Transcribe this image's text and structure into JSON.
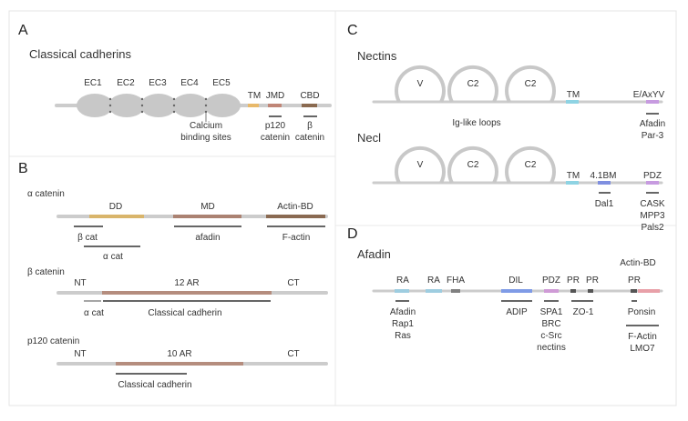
{
  "panel_A": {
    "letter": "A",
    "title": "Classical cadherins",
    "domains": [
      "EC1",
      "EC2",
      "EC3",
      "EC4",
      "EC5"
    ],
    "tm": "TM",
    "jmd": "JMD",
    "cbd": "CBD",
    "calcium_1": "Calcium",
    "calcium_2": "binding sites",
    "p120_1": "p120",
    "p120_2": "catenin",
    "beta_1": "β",
    "beta_2": "catenin"
  },
  "panel_B": {
    "letter": "B",
    "alpha": {
      "name": "α catenin",
      "dd": "DD",
      "md": "MD",
      "actin_bd": "Actin-BD",
      "beta_cat": "β cat",
      "alpha_cat": "α cat",
      "afadin": "afadin",
      "f_actin": "F-actin"
    },
    "beta": {
      "name": "β catenin",
      "nt": "NT",
      "ar": "12 AR",
      "ct": "CT",
      "alpha_cat": "α cat",
      "cadherin": "Classical cadherin"
    },
    "p120": {
      "name": "p120 catenin",
      "nt": "NT",
      "ar": "10 AR",
      "ct": "CT",
      "cadherin": "Classical cadherin"
    }
  },
  "panel_C": {
    "letter": "C",
    "nectins": {
      "title": "Nectins",
      "loops": [
        "V",
        "C2",
        "C2"
      ],
      "tm": "TM",
      "motif": "E/AxYV",
      "loops_caption": "Ig-like loops",
      "binders": [
        "Afadin",
        "Par-3"
      ]
    },
    "necl": {
      "title": "Necl",
      "loops": [
        "V",
        "C2",
        "C2"
      ],
      "tm": "TM",
      "bm": "4.1BM",
      "pdz": "PDZ",
      "bm_binders": [
        "Dal1"
      ],
      "pdz_binders": [
        "CASK",
        "MPP3",
        "Pals2"
      ]
    }
  },
  "panel_D": {
    "letter": "D",
    "title": "Afadin",
    "domains": {
      "ra1": "RA",
      "ra2": "RA",
      "fha": "FHA",
      "dil": "DIL",
      "pdz": "PDZ",
      "pr1": "PR",
      "pr2": "PR",
      "actin_bd": "Actin-BD",
      "pr3": "PR"
    },
    "ra_binders": [
      "Afadin",
      "Rap1",
      "Ras"
    ],
    "dil_binders": [
      "ADIP"
    ],
    "pdz_binders": [
      "SPA1",
      "BRC",
      "c-Src",
      "nectins"
    ],
    "pr_binders": [
      "ZO-1"
    ],
    "pr3_binders": [
      "Ponsin"
    ],
    "actin_binders": [
      "F-Actin",
      "LMO7"
    ]
  },
  "colors": {
    "backbone": "#cccccc",
    "domain_grey": "#c8c8c8",
    "tm": "#e8b96a",
    "jmd": "#c08677",
    "cbd": "#8a6a50",
    "dd": "#d9b56b",
    "md": "#ab8272",
    "actin": "#8a6a52",
    "ar": "#b58d7e",
    "tm_c": "#8ed3e3",
    "pdz_c": "#c79be0",
    "bm_c": "#7f8fe0",
    "ra": "#9ecde0",
    "fha": "#808080",
    "dil": "#7f9be6",
    "pdz_d": "#cf9bd6",
    "pr": "#555555",
    "actin_d": "#e8a0a8"
  }
}
